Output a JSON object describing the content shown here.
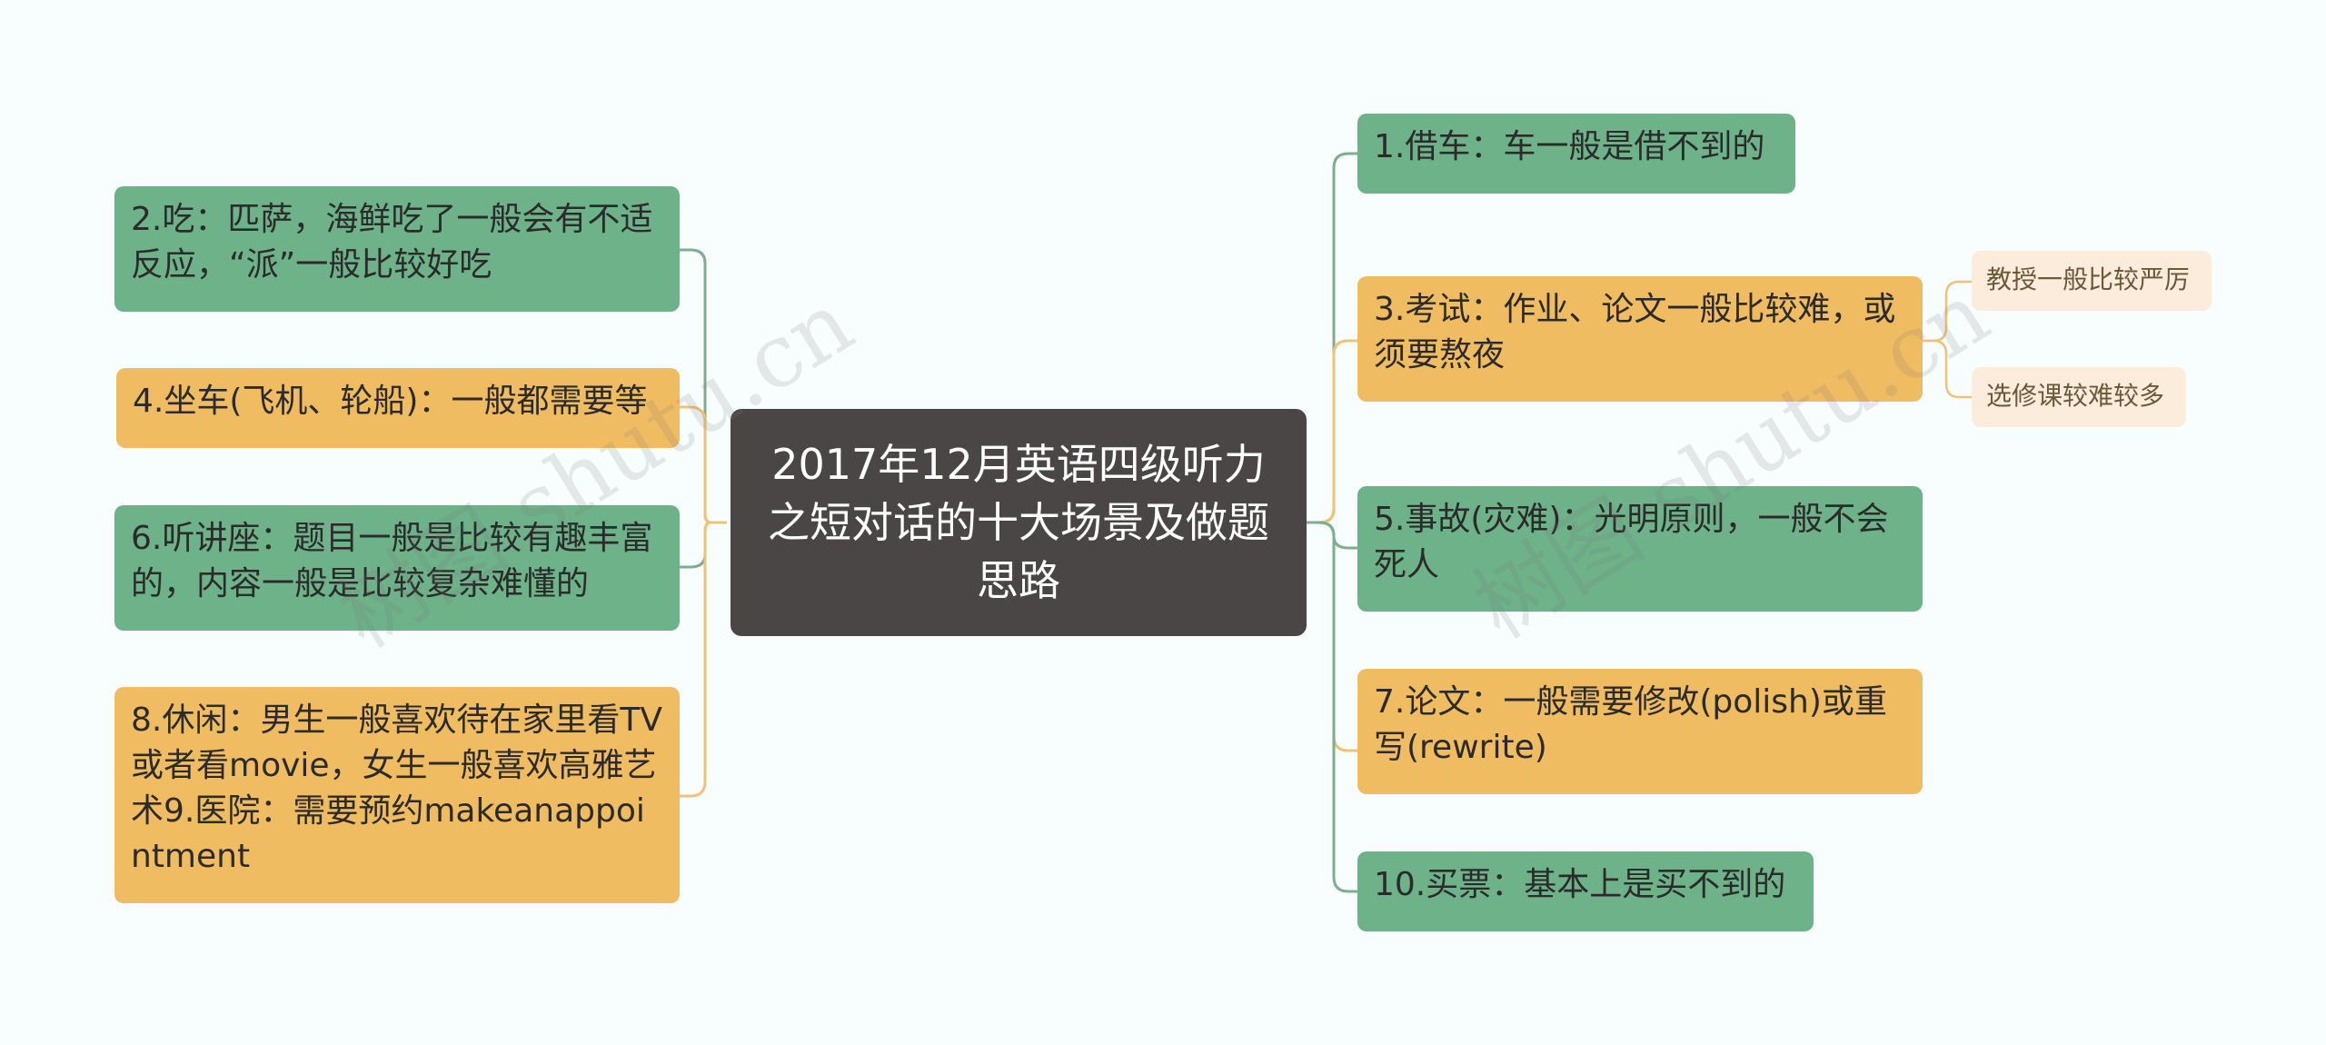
{
  "central": {
    "title": "2017年12月英语四级听力之短对话的十大场景及做题思路"
  },
  "left_nodes": [
    {
      "text": "2.吃：匹萨，海鲜吃了一般会有不适反应，“派”一般比较好吃",
      "color": "green"
    },
    {
      "text": "4.坐车(飞机、轮船)：一般都需要等",
      "color": "orange"
    },
    {
      "text": "6.听讲座：题目一般是比较有趣丰富的，内容一般是比较复杂难懂的",
      "color": "green"
    },
    {
      "text": "8.休闲：男生一般喜欢待在家里看TV或者看movie，女生一般喜欢高雅艺术9.医院：需要预约makeanappointment",
      "color": "orange"
    }
  ],
  "right_nodes": [
    {
      "text": "1.借车：车一般是借不到的",
      "color": "green"
    },
    {
      "text": "3.考试：作业、论文一般比较难，或须要熬夜",
      "color": "orange"
    },
    {
      "text": "5.事故(灾难)：光明原则，一般不会死人",
      "color": "green"
    },
    {
      "text": "7.论文：一般需要修改(polish)或重写(rewrite)",
      "color": "orange"
    },
    {
      "text": "10.买票：基本上是买不到的",
      "color": "green"
    }
  ],
  "leaves": [
    {
      "text": "教授一般比较严厉"
    },
    {
      "text": "选修课较难较多"
    }
  ],
  "watermark": {
    "text": "树图 shutu.cn"
  },
  "colors": {
    "green": "#6eb28a",
    "orange": "#f0bc62",
    "central": "#4a4646",
    "leaf": "#fcecdc",
    "line_green": "#7fae8e",
    "line_orange": "#efc277"
  }
}
